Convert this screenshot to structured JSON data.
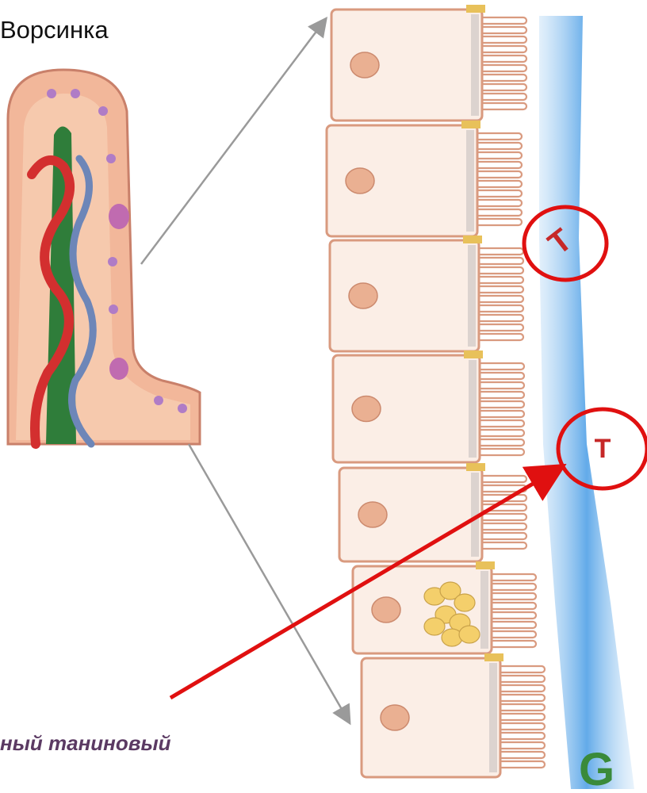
{
  "labels": {
    "villus": "Ворсинка",
    "tannin": "ный таниновый",
    "t_marker": "Т"
  },
  "logo": {
    "text": "G",
    "color": "#3a8a3a"
  },
  "colors": {
    "cell_fill": "#fbeee6",
    "cell_stroke": "#d99a7f",
    "nucleus": "#eab092",
    "mucus": "#6fb2ea",
    "annotation_red": "#e01010",
    "pointer_gray": "#9a9a9a",
    "artery": "#d32f2f",
    "vein": "#6d86b8",
    "lymph": "#2f7d3a"
  }
}
